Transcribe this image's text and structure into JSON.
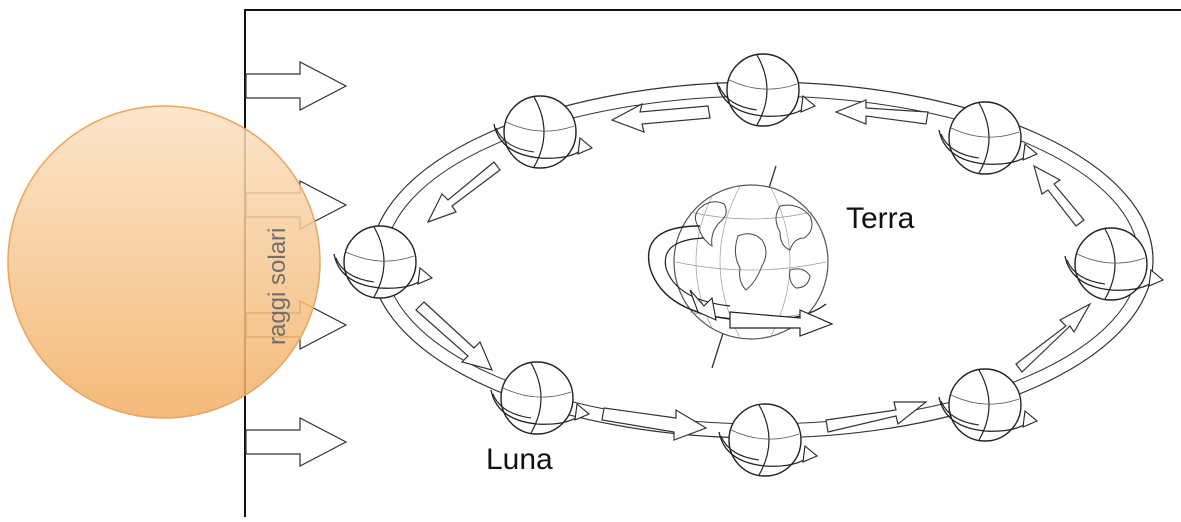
{
  "labels": {
    "earth": "Terra",
    "moon": "Luna",
    "sun_rays": "raggi solari"
  },
  "colors": {
    "sun_fill_top": "#f9d9b4",
    "sun_fill_bottom": "#f2b066",
    "sun_stroke": "#e9a55b",
    "line": "#222222"
  }
}
